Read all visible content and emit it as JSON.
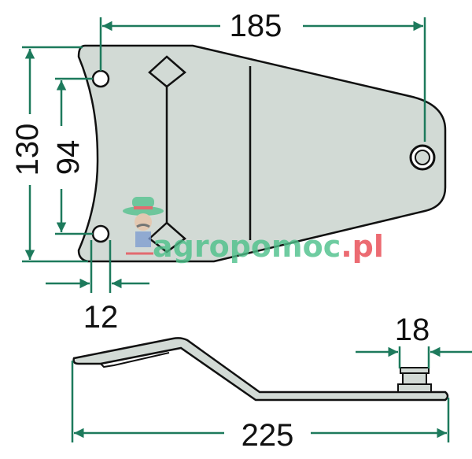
{
  "dimensions": {
    "top_width": "185",
    "overall_height": "130",
    "hole_spacing": "94",
    "hole_offset": "12",
    "stud_width": "18",
    "overall_length": "225"
  },
  "watermark": {
    "brand": "agropomoc",
    "tld": ".pl"
  },
  "colors": {
    "dimension": "#1d7a5c",
    "part_fill": "#d2dad5",
    "outline": "#111111",
    "watermark_green": "#4cc08a",
    "watermark_red": "#e8474f"
  }
}
